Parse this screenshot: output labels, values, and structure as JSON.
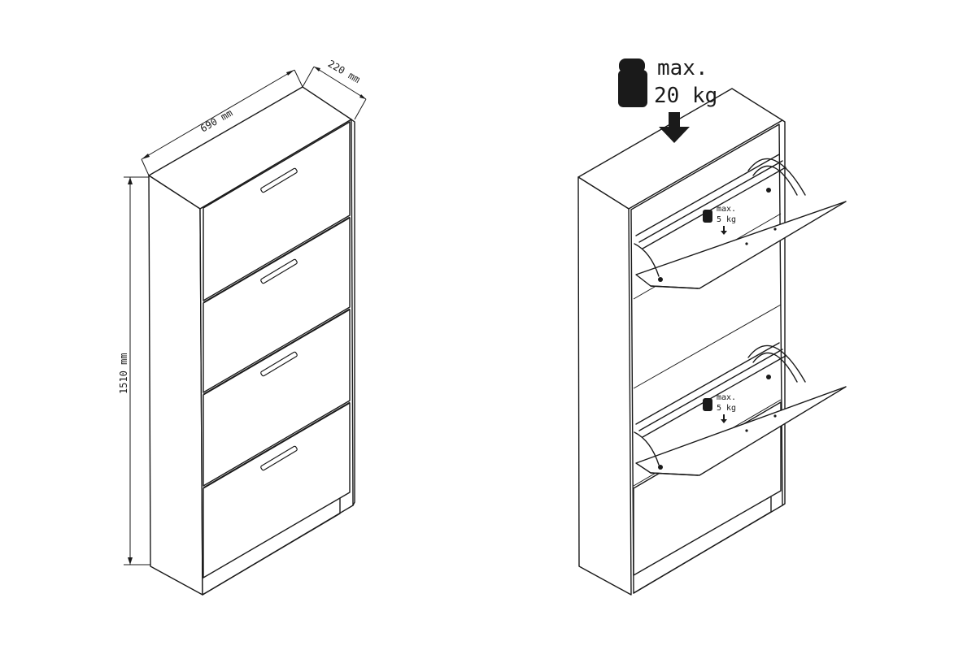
{
  "dimensions": {
    "width": "690 mm",
    "depth": "220 mm",
    "height": "1510 mm"
  },
  "load_limits": {
    "top": {
      "label": "max.",
      "value": "20 kg"
    },
    "flap_upper": {
      "label": "max.",
      "value": "5 kg"
    },
    "flap_lower": {
      "label": "max.",
      "value": "5 kg"
    }
  }
}
